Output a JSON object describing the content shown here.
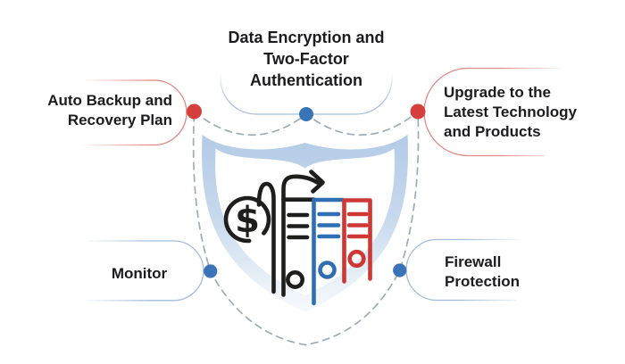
{
  "diagram": {
    "labels": {
      "top": {
        "lines": [
          "Data Encryption and",
          "Two-Factor",
          "Authentication"
        ]
      },
      "top_left": {
        "lines": [
          "Auto Backup and",
          "Recovery Plan"
        ]
      },
      "top_right": {
        "lines": [
          "Upgrade to the",
          "Latest Technology",
          "and Products"
        ]
      },
      "bottom_left": {
        "lines": [
          "Monitor"
        ]
      },
      "bottom_right": {
        "lines": [
          "Firewall",
          "Protection"
        ]
      }
    },
    "icon": {
      "dollar_symbol": "$"
    },
    "colors": {
      "node_red": "#d6403c",
      "node_blue": "#3b73b8",
      "bracket_red": "#e28884",
      "bracket_blue": "#a2bddb",
      "dashed_outline": "#9dabb8",
      "shield_blue": "#b3cbe7",
      "icon_black": "#1e1e1c",
      "icon_blue": "#2e6fb4",
      "icon_red": "#ce3733",
      "text": "#1c1c1e"
    }
  }
}
